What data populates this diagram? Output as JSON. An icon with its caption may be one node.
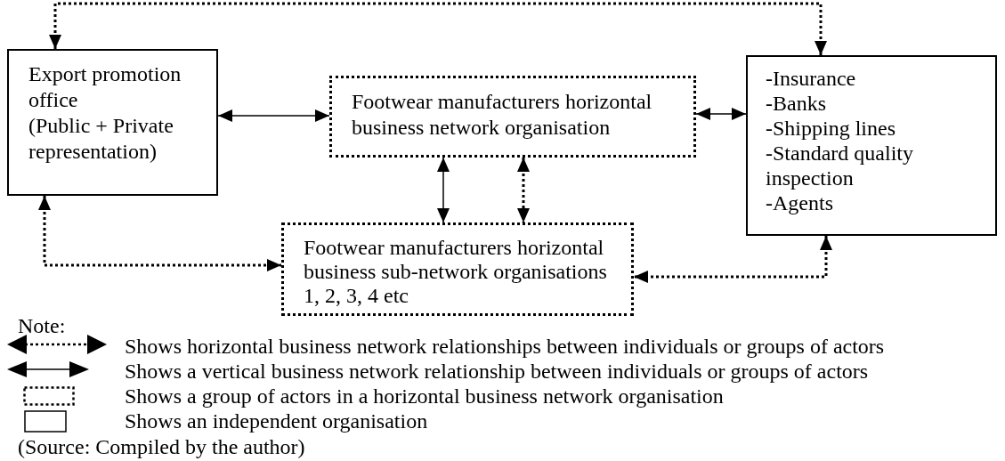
{
  "diagram": {
    "nodes": [
      {
        "text": [
          "Export promotion office",
          "(Public + Private representation)"
        ]
      },
      {
        "text": [
          "Footwear manufacturers horizontal business network organisation"
        ]
      },
      {
        "text": [
          "-Insurance",
          "-Banks",
          "-Shipping lines",
          "-Standard quality inspection",
          "-Agents"
        ]
      },
      {
        "text": [
          "Footwear manufacturers horizontal business sub-network organisations",
          "1, 2, 3, 4 etc"
        ]
      }
    ],
    "edges": [
      {
        "from": 0,
        "to": 2,
        "arrow": "both",
        "style": "dashed"
      },
      {
        "from": 0,
        "to": 1,
        "arrow": "both"
      },
      {
        "from": 1,
        "to": 2,
        "arrow": "both"
      },
      {
        "from": 1,
        "to": 3,
        "arrow": "both"
      },
      {
        "from": 1,
        "to": 3,
        "arrow": "both",
        "style": "dashed"
      },
      {
        "from": 0,
        "to": 3,
        "arrow": "both",
        "style": "dashed"
      },
      {
        "from": 2,
        "to": 3,
        "arrow": "both",
        "style": "dashed"
      }
    ],
    "labels": [
      "Note:",
      "(Source: Compiled by the author)"
    ],
    "legend": [
      {
        "text": "Shows horizontal business network relationships between individuals or groups of actors"
      },
      {
        "text": "Shows a vertical business network relationship between individuals or groups of actors"
      },
      {
        "text": "Shows a group of actors in a horizontal business network organisation"
      },
      {
        "text": "Shows an independent organisation"
      }
    ]
  }
}
